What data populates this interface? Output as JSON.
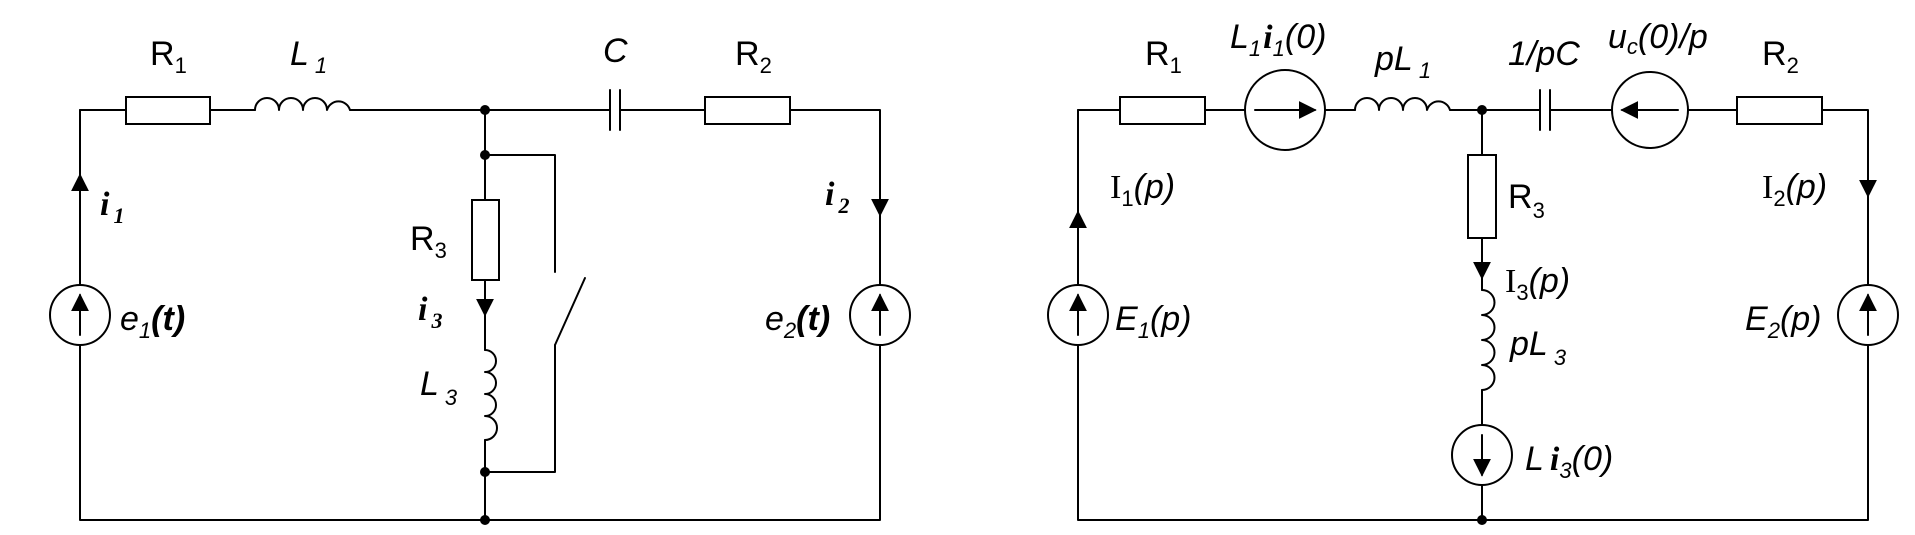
{
  "left_circuit": {
    "R1": "R",
    "R1_sub": "1",
    "L1": "L",
    "L1_sub": "1",
    "C": "C",
    "R2": "R",
    "R2_sub": "2",
    "R3": "R",
    "R3_sub": "3",
    "L3": "L",
    "L3_sub": "3",
    "i1": "i",
    "i1_sub": "1",
    "i2": "i",
    "i2_sub": "2",
    "i3": "i",
    "i3_sub": "3",
    "e1": "e",
    "e1_sub": "1",
    "e1_arg": "(t)",
    "e2": "e",
    "e2_sub": "2",
    "e2_arg": "(t)"
  },
  "right_circuit": {
    "R1": "R",
    "R1_sub": "1",
    "L1i10_L": "L",
    "L1i10_Lsub": "1",
    "L1i10_i": "i",
    "L1i10_isub": "1",
    "L1i10_arg": "(0)",
    "pL1": "pL",
    "pL1_sub": "1",
    "one_over_pC": "1/pC",
    "uc0_u": "u",
    "uc0_sub": "c",
    "uc0_rest": "(0)/p",
    "R2": "R",
    "R2_sub": "2",
    "R3": "R",
    "R3_sub": "3",
    "I1": "I",
    "I1_sub": "1",
    "I1_arg": "(p)",
    "I2": "I",
    "I2_sub": "2",
    "I2_arg": "(p)",
    "I3": "I",
    "I3_sub": "3",
    "I3_arg": "(p)",
    "E1": "E",
    "E1_sub": "1",
    "E1_arg": "(p)",
    "E2": "E",
    "E2_sub": "2",
    "E2_arg": "(p)",
    "pL3": "pL",
    "pL3_sub": "3",
    "Li30_L": "L",
    "Li30_i": "i",
    "Li30_sub": "3",
    "Li30_arg": "(0)"
  }
}
